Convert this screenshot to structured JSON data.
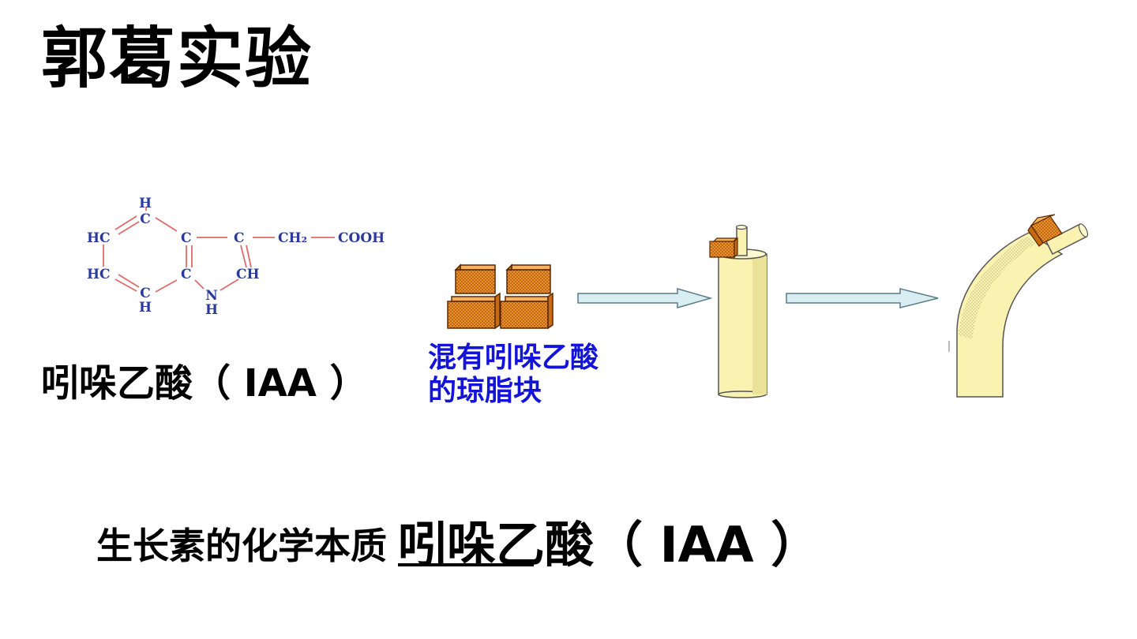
{
  "slide": {
    "title": "郭葛实验"
  },
  "structure": {
    "atoms": {
      "h_top": "H",
      "c_top": "C",
      "hc_upper": "HC",
      "c_mid_left": "C",
      "c_mid_right": "C",
      "ch2": "CH₂",
      "cooh": "COOH",
      "hc_lower": "HC",
      "c_lower": "C",
      "ch_ring": "CH",
      "c_bottom": "C",
      "h_bottom_left": "H",
      "n": "N",
      "h_bottom_right": "H"
    },
    "compound_name": "吲哚乙酸（  IAA  ）",
    "agar_label_line1": "混有吲哚乙酸",
    "agar_label_line2": "的琼脂块"
  },
  "conclusion": {
    "label": "生长素的化学本质",
    "answer": "吲哚乙酸（  IAA  ）"
  },
  "colors": {
    "bond": "#e06a6a",
    "atom_text": "#2a3a9c",
    "label_blue": "#1414d8",
    "agar_fill": "#f0902a",
    "coleoptile_fill": "#f9f2b0",
    "arrow_fill": "#d8eef3"
  }
}
